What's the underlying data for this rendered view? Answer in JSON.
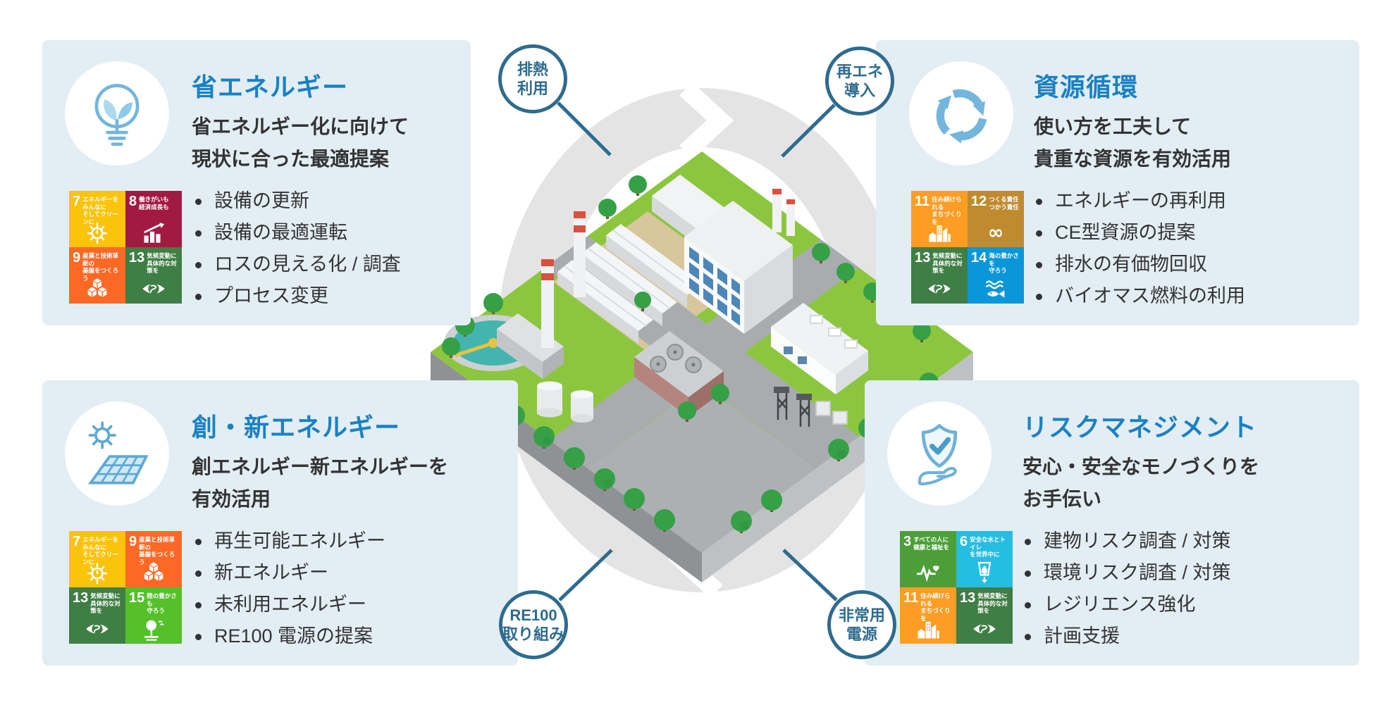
{
  "colors": {
    "heading": "#1981C3",
    "panel_bg": "#E3EDF4",
    "callout": "#2E6B8E",
    "text": "#333333",
    "icon_blue": "#74B5DC",
    "ring_gray": "#E4E4E4"
  },
  "center_illustration": {
    "name": "isometric-factory-campus-illustration"
  },
  "callouts": [
    {
      "id": "waste-heat",
      "line1": "排熱",
      "line2": "利用"
    },
    {
      "id": "renewable-adoption",
      "line1": "再エネ",
      "line2": "導入"
    },
    {
      "id": "re100",
      "line1": "RE100",
      "line2": "取り組み"
    },
    {
      "id": "emergency-power",
      "line1": "非常用",
      "line2": "電源"
    }
  ],
  "quadrants": [
    {
      "id": "energy-saving",
      "title": "省エネルギー",
      "subtitle1": "省エネルギー化に向けて",
      "subtitle2": "現状に合った最適提案",
      "icon": "bulb-leaf-icon",
      "sdgs": [
        {
          "num": "7",
          "label1": "エネルギーをみんなに",
          "label2": "そしてクリーンに",
          "color": "#FCC30B",
          "glyph": "sun",
          "glyph_ref": "#g-sun"
        },
        {
          "num": "8",
          "label1": "働きがいも",
          "label2": "経済成長も",
          "color": "#A21942",
          "glyph": "growth-chart",
          "glyph_ref": "#g-growth"
        },
        {
          "num": "9",
          "label1": "産業と技術革新の",
          "label2": "基盤をつくろう",
          "color": "#FD6925",
          "glyph": "cubes",
          "glyph_ref": "#g-cubes"
        },
        {
          "num": "13",
          "label1": "気候変動に",
          "label2": "具体的な対策を",
          "color": "#3F7E44",
          "glyph": "eye-globe",
          "glyph_ref": "#g-eye"
        }
      ],
      "bullets": [
        "設備の更新",
        "設備の最適運転",
        "ロスの見える化 / 調査",
        "プロセス変更"
      ]
    },
    {
      "id": "resource-circulation",
      "title": "資源循環",
      "subtitle1": "使い方を工夫して",
      "subtitle2": "貴重な資源を有効活用",
      "icon": "recycle-arrows-icon",
      "sdgs": [
        {
          "num": "11",
          "label1": "住み続けられる",
          "label2": "まちづくりを",
          "color": "#FD9D24",
          "glyph": "buildings",
          "glyph_ref": "#g-buildings"
        },
        {
          "num": "12",
          "label1": "つくる責任",
          "label2": "つかう責任",
          "color": "#BF8B2E",
          "glyph": "infinity",
          "glyph_ref": "#g-infinity"
        },
        {
          "num": "13",
          "label1": "気候変動に",
          "label2": "具体的な対策を",
          "color": "#3F7E44",
          "glyph": "eye-globe",
          "glyph_ref": "#g-eye"
        },
        {
          "num": "14",
          "label1": "海の豊かさを",
          "label2": "守ろう",
          "color": "#0A97D9",
          "glyph": "fish",
          "glyph_ref": "#g-fish"
        }
      ],
      "bullets": [
        "エネルギーの再利用",
        "CE型資源の提案",
        "排水の有価物回収",
        "バイオマス燃料の利用"
      ]
    },
    {
      "id": "new-energy",
      "title": "創・新エネルギー",
      "subtitle1": "創エネルギー新エネルギーを",
      "subtitle2": "有効活用",
      "icon": "sun-solar-panel-icon",
      "sdgs": [
        {
          "num": "7",
          "label1": "エネルギーをみんなに",
          "label2": "そしてクリーンに",
          "color": "#FCC30B",
          "glyph": "sun",
          "glyph_ref": "#g-sun"
        },
        {
          "num": "9",
          "label1": "産業と技術革新の",
          "label2": "基盤をつくろう",
          "color": "#FD6925",
          "glyph": "cubes",
          "glyph_ref": "#g-cubes"
        },
        {
          "num": "13",
          "label1": "気候変動に",
          "label2": "具体的な対策を",
          "color": "#3F7E44",
          "glyph": "eye-globe",
          "glyph_ref": "#g-eye"
        },
        {
          "num": "15",
          "label1": "陸の豊かさも",
          "label2": "守ろう",
          "color": "#56C02B",
          "glyph": "tree",
          "glyph_ref": "#g-tree"
        }
      ],
      "bullets": [
        "再生可能エネルギー",
        "新エネルギー",
        "未利用エネルギー",
        "RE100 電源の提案"
      ]
    },
    {
      "id": "risk-management",
      "title": "リスクマネジメント",
      "subtitle1": "安心・安全なモノづくりを",
      "subtitle2": "お手伝い",
      "icon": "shield-hand-icon",
      "sdgs": [
        {
          "num": "3",
          "label1": "すべての人に",
          "label2": "健康と福祉を",
          "color": "#4C9F38",
          "glyph": "heartbeat",
          "glyph_ref": "#g-heartbeat"
        },
        {
          "num": "6",
          "label1": "安全な水とトイレ",
          "label2": "を世界中に",
          "color": "#26BDE2",
          "glyph": "water-glass",
          "glyph_ref": "#g-water"
        },
        {
          "num": "11",
          "label1": "住み続けられる",
          "label2": "まちづくりを",
          "color": "#FD9D24",
          "glyph": "buildings",
          "glyph_ref": "#g-buildings"
        },
        {
          "num": "13",
          "label1": "気候変動に",
          "label2": "具体的な対策を",
          "color": "#3F7E44",
          "glyph": "eye-globe",
          "glyph_ref": "#g-eye"
        }
      ],
      "bullets": [
        "建物リスク調査 / 対策",
        "環境リスク調査 / 対策",
        "レジリエンス強化",
        "計画支援"
      ]
    }
  ]
}
